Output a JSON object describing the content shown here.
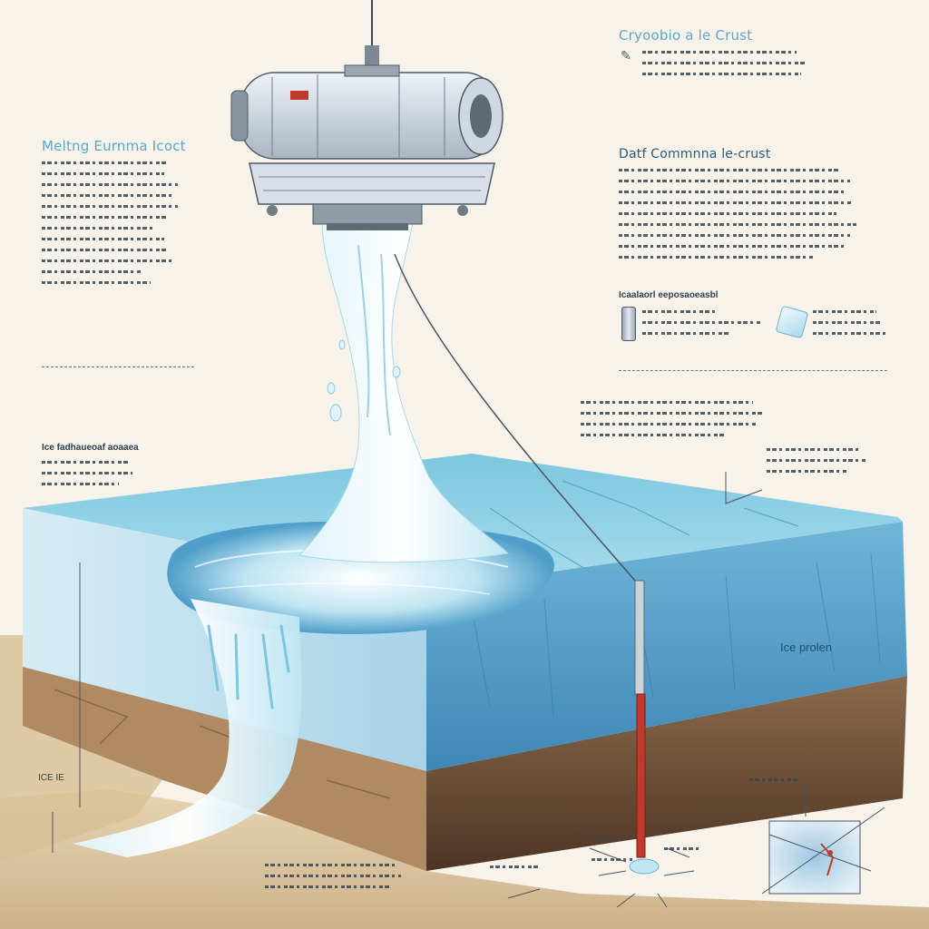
{
  "headings": {
    "top_right_title": "Cryoobio a le Crust",
    "left_title": "Meltng Eurnma Icoct",
    "right_title": "Datf Commnna le-crust",
    "instrument_section": "Icaalaorl eeposaoeasbl",
    "left_mid_heading": "Ice fadhaueoaf aoaaea"
  },
  "labels": {
    "ice_probe": "Ice prolen",
    "depth_label": "ICE IE"
  },
  "colors": {
    "ice_surface": "#8fd3e6",
    "ice_wall": "#5fa9cf",
    "meltwater": "#e8f6fb",
    "rock": "#7a5a3e",
    "sand": "#d9c4a0",
    "probe_red": "#c0392b",
    "heading_blue": "#5ea7c7"
  },
  "icons": {
    "probe_thumbnail": "probe-cylinder-icon",
    "ice_thumbnail": "ice-cube-icon",
    "pencil": "pencil-icon"
  }
}
